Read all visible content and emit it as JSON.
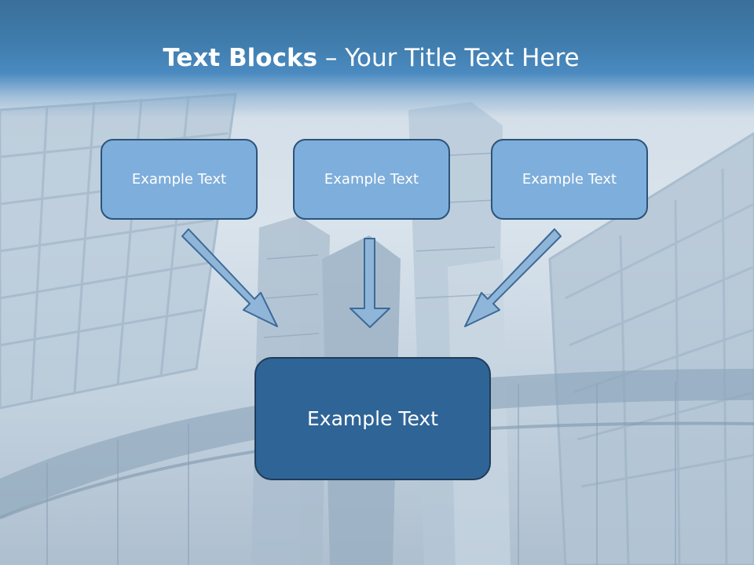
{
  "slide": {
    "title_bold": "Text Blocks",
    "title_rest": " – Your Title Text Here",
    "boxes": [
      "Example Text",
      "Example Text",
      "Example Text"
    ],
    "main_box": "Example Text"
  },
  "colors": {
    "header": "#3f7cac",
    "box_fill": "#7eaedb",
    "box_border": "#2c5379",
    "main_box_fill": "#2f6496",
    "arrow_fill": "#8fb5d8",
    "arrow_stroke": "#3d6a96"
  }
}
